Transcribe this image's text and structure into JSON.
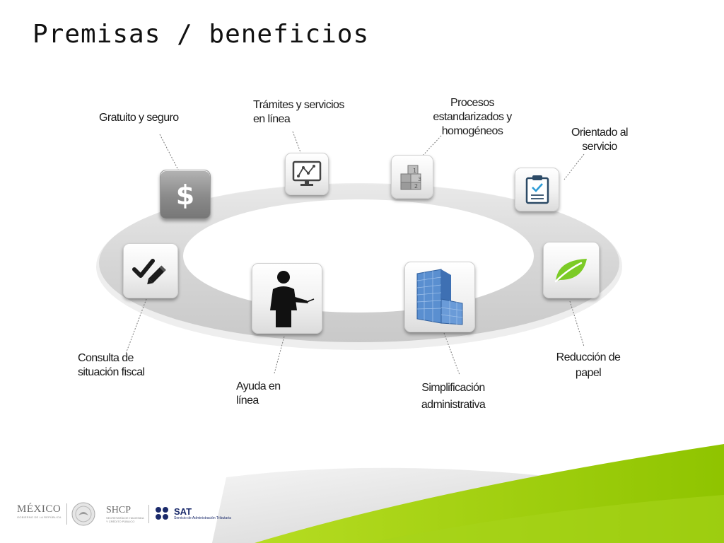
{
  "slide": {
    "title": "Premisas / beneficios"
  },
  "items": [
    {
      "label": "Gratuito y seguro",
      "icon": "dollar-icon"
    },
    {
      "label": "Trámites y servicios en línea",
      "icon": "monitor-chart-icon"
    },
    {
      "label": "Procesos estandarizados y homogéneos",
      "icon": "blocks-icon"
    },
    {
      "label": "Orientado al servicio",
      "icon": "clipboard-check-icon"
    },
    {
      "label": "Consulta de situación fiscal",
      "icon": "check-pencil-icon"
    },
    {
      "label": "Ayuda en línea",
      "icon": "presenter-icon"
    },
    {
      "label": "Simplificación administrativa",
      "icon": "building-icon"
    },
    {
      "label": "Reducción de papel",
      "icon": "leaf-icon"
    }
  ],
  "footer": {
    "mexico": {
      "name": "MÉXICO",
      "sub": "GOBIERNO DE LA REPÚBLICA"
    },
    "shcp": {
      "name": "SHCP",
      "sub1": "SECRETARÍA DE HACIENDA",
      "sub2": "Y CRÉDITO PÚBLICO"
    },
    "sat": {
      "name": "SAT",
      "sub": "Servicio de Administración Tributaria"
    }
  },
  "colors": {
    "green": "#9ccc00",
    "gray_band": "#dcdcdc",
    "blue": "#4a82c3",
    "dark_tile": "#8a8a8a"
  }
}
